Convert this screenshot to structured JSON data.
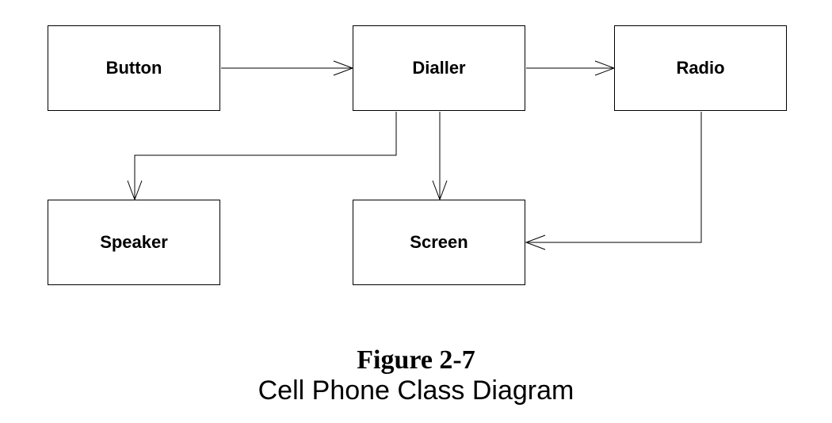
{
  "diagram": {
    "nodes": {
      "button": "Button",
      "dialler": "Dialler",
      "radio": "Radio",
      "speaker": "Speaker",
      "screen": "Screen"
    },
    "edges": [
      {
        "from": "Button",
        "to": "Dialler"
      },
      {
        "from": "Dialler",
        "to": "Radio"
      },
      {
        "from": "Dialler",
        "to": "Speaker"
      },
      {
        "from": "Dialler",
        "to": "Screen"
      },
      {
        "from": "Radio",
        "to": "Screen"
      }
    ]
  },
  "caption": {
    "figure_number": "Figure 2-7",
    "title": "Cell Phone Class Diagram"
  }
}
